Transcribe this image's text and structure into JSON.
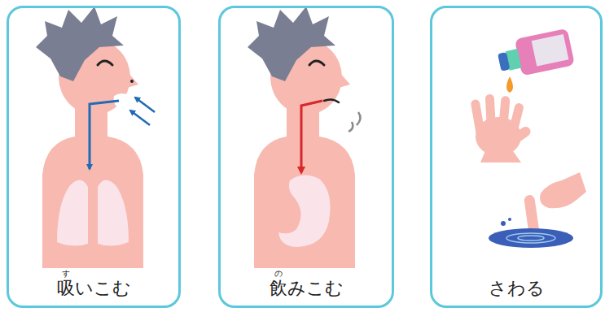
{
  "diagram": {
    "nodes": [
      {
        "text": [
          "吸いこむ",
          "す"
        ]
      },
      {
        "text": [
          "飲みこむ",
          "の"
        ]
      },
      {
        "text": [
          "さわる"
        ]
      }
    ]
  }
}
